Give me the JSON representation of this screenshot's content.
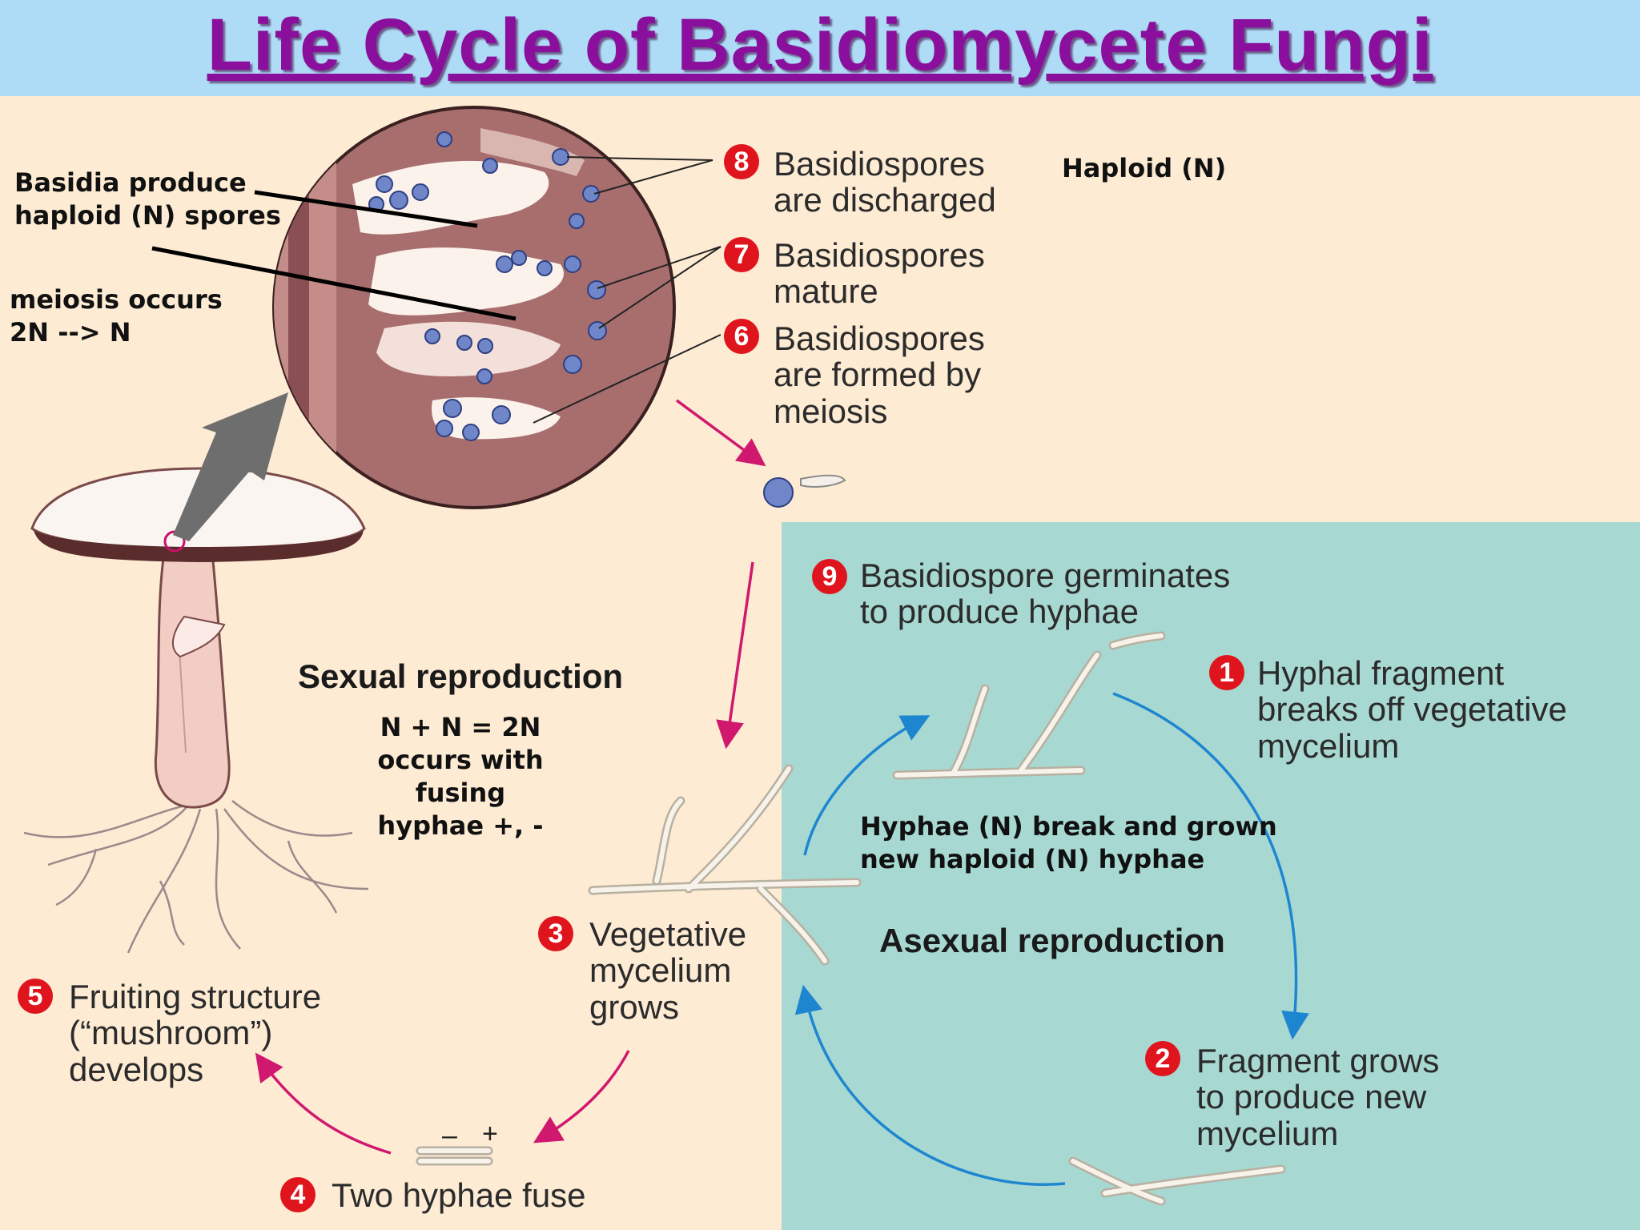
{
  "title": "Life Cycle of Basidiomycete Fungi",
  "notes": {
    "basidia": [
      "Basidia produce",
      "haploid (N) spores"
    ],
    "meiosis": [
      "meiosis occurs",
      "2N --> N"
    ],
    "haploid": "Haploid (N)",
    "fusion": [
      "N + N = 2N",
      "occurs with fusing",
      "hyphae +, -"
    ],
    "hyphae_break": [
      "Hyphae (N) break and grown",
      "new haploid (N) hyphae"
    ]
  },
  "sections": {
    "sexual": "Sexual reproduction",
    "asexual": "Asexual reproduction"
  },
  "steps": [
    {
      "num": "1",
      "lines": [
        "Hyphal fragment",
        "breaks off vegetative",
        "mycelium"
      ]
    },
    {
      "num": "2",
      "lines": [
        "Fragment grows",
        "to produce new",
        "mycelium"
      ]
    },
    {
      "num": "3",
      "lines": [
        "Vegetative",
        "mycelium",
        "grows"
      ]
    },
    {
      "num": "4",
      "lines": [
        "Two hyphae fuse"
      ]
    },
    {
      "num": "5",
      "lines": [
        "Fruiting structure",
        "(“mushroom”)",
        "develops"
      ]
    },
    {
      "num": "6",
      "lines": [
        "Basidiospores",
        "are formed by",
        "meiosis"
      ]
    },
    {
      "num": "7",
      "lines": [
        "Basidiospores",
        "mature"
      ]
    },
    {
      "num": "8",
      "lines": [
        "Basidiospores",
        "are discharged"
      ]
    },
    {
      "num": "9",
      "lines": [
        "Basidiospore germinates",
        "to produce hyphae"
      ]
    }
  ],
  "mating_signs": {
    "minus": "–",
    "plus": "+"
  },
  "colors": {
    "title": "#8a0f9c",
    "title_bar": "#aedcf6",
    "background": "#fdebd3",
    "asexual_panel": "#a8d8d2",
    "step_badge": "#e0141c",
    "sexual_arrow": "#d0186e",
    "asexual_arrow": "#1e86d0",
    "spore": "#6f86c8"
  }
}
